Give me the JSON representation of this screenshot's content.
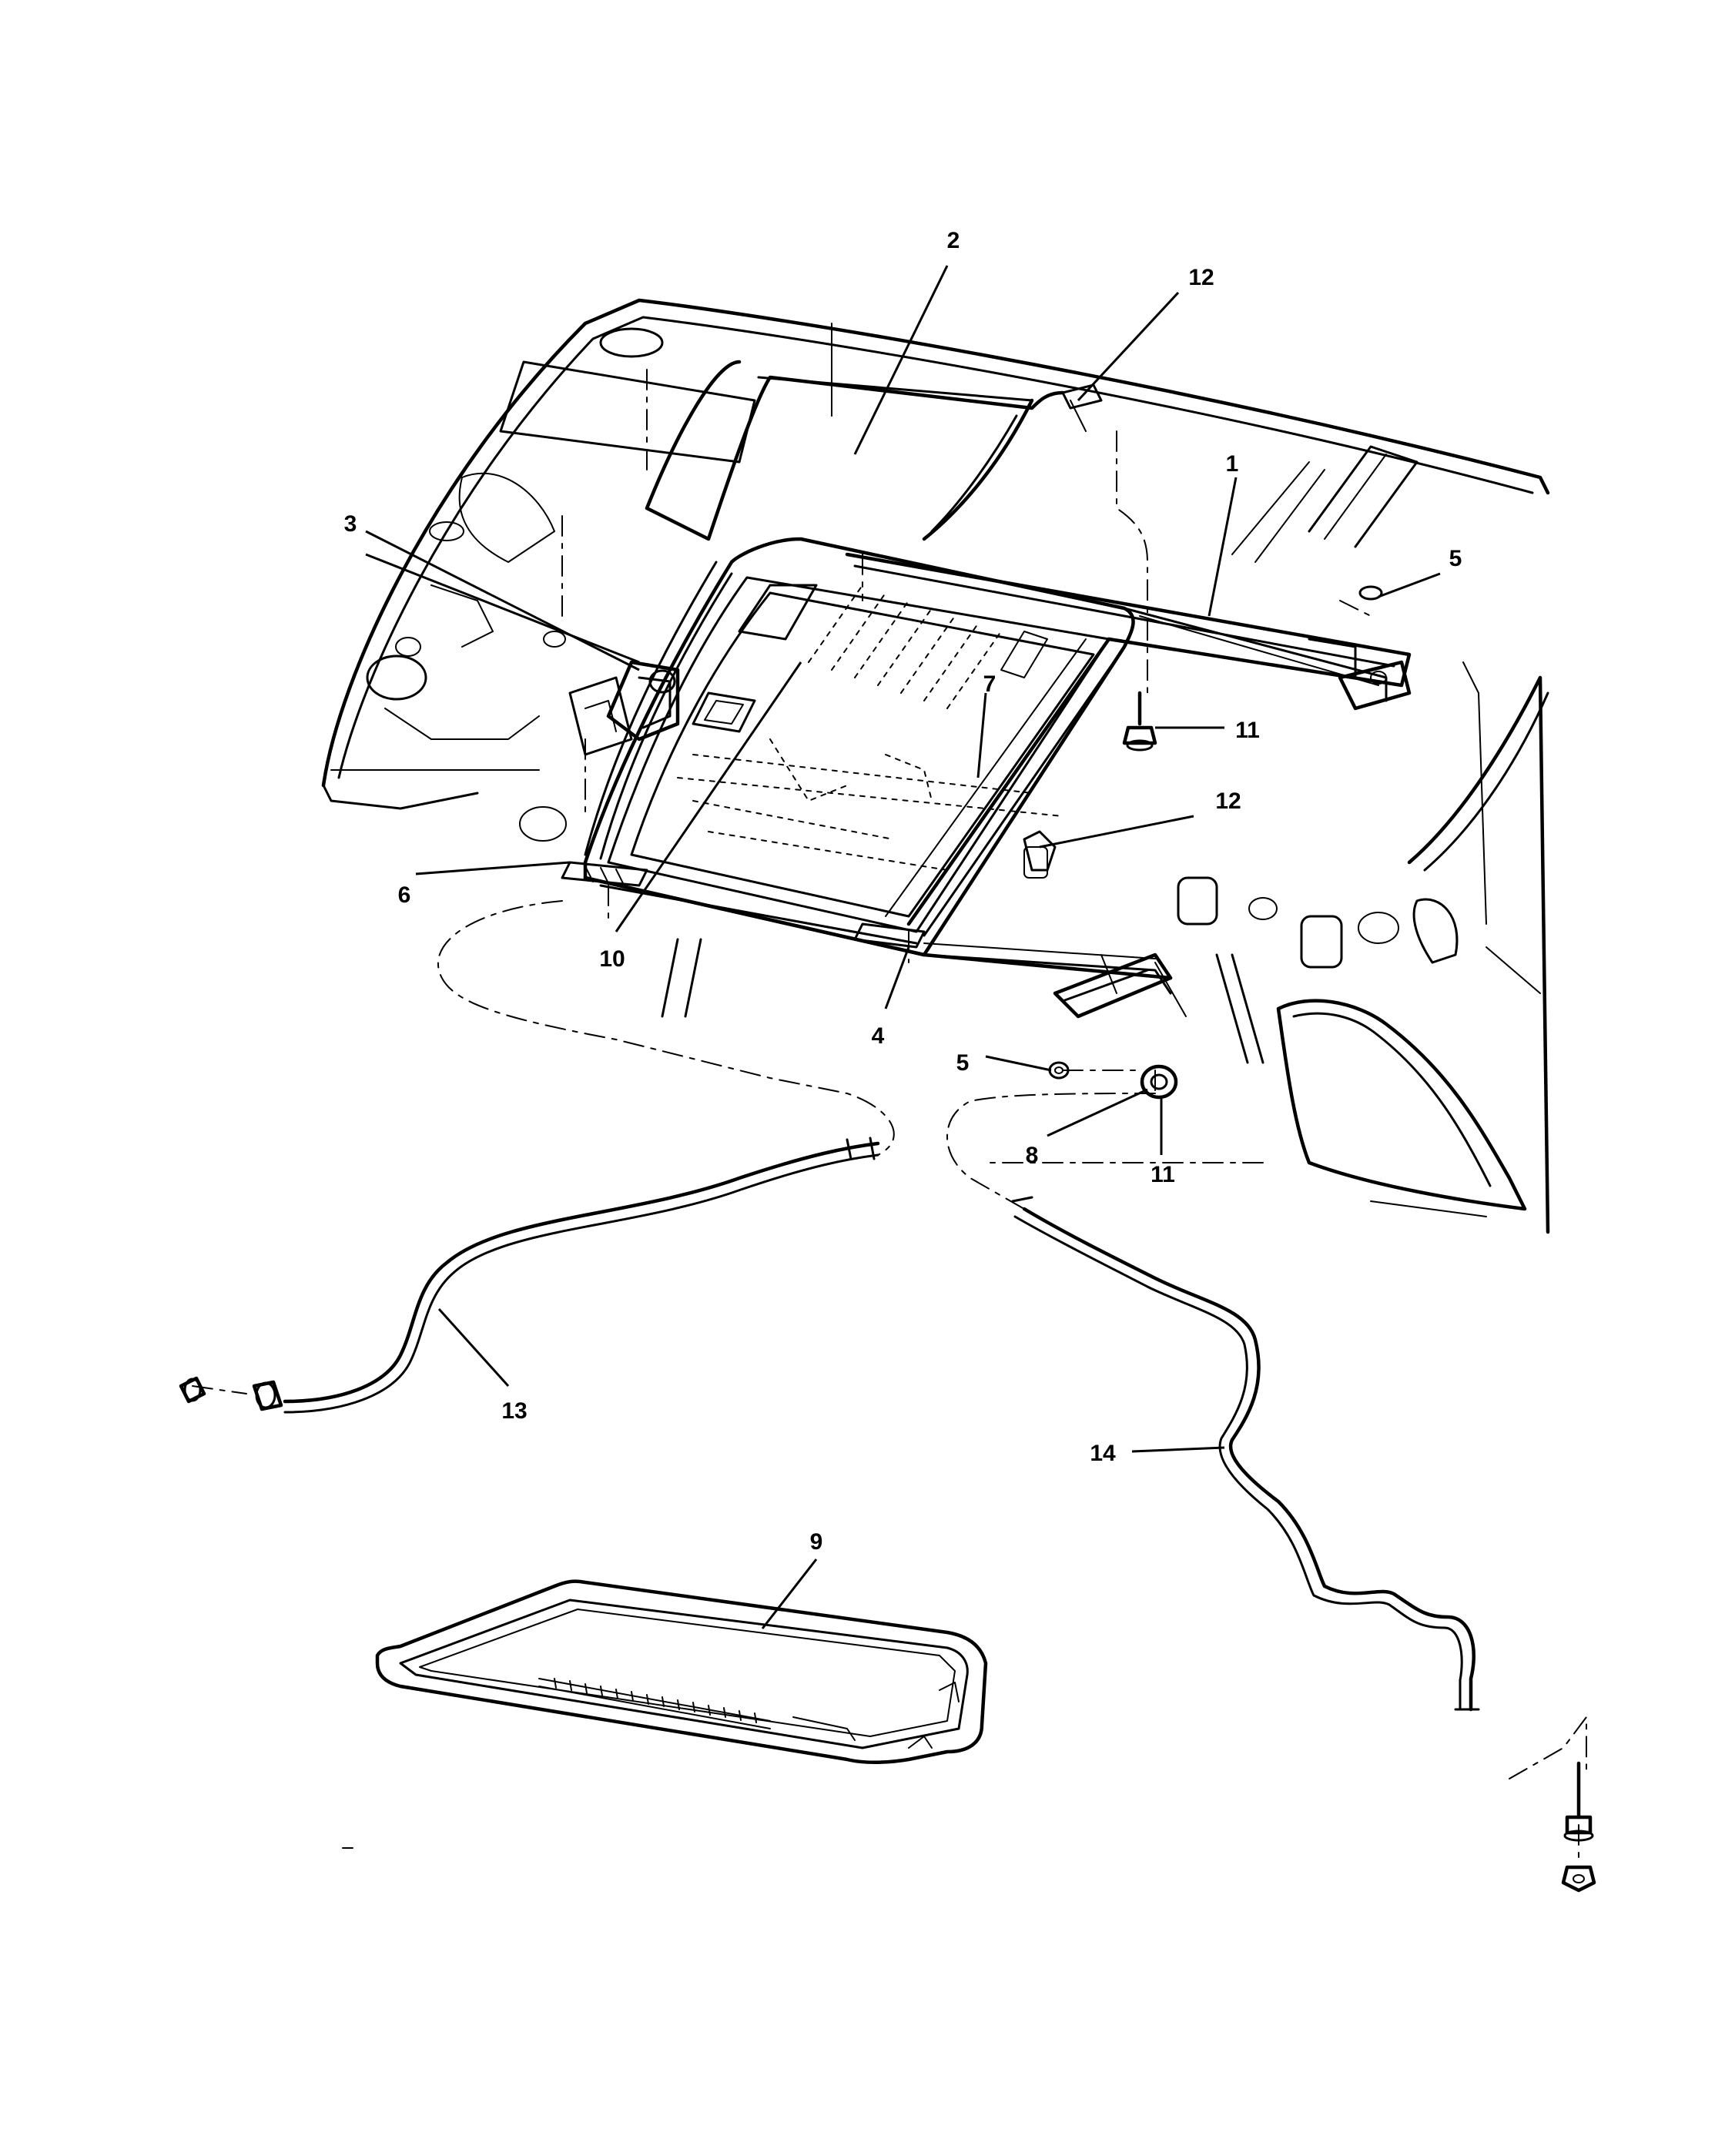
{
  "callouts": [
    {
      "id": "c1",
      "label": "1"
    },
    {
      "id": "c2",
      "label": "2"
    },
    {
      "id": "c3",
      "label": "3"
    },
    {
      "id": "c4",
      "label": "4"
    },
    {
      "id": "c5a",
      "label": "5"
    },
    {
      "id": "c5b",
      "label": "5"
    },
    {
      "id": "c6",
      "label": "6"
    },
    {
      "id": "c7",
      "label": "7"
    },
    {
      "id": "c8",
      "label": "8"
    },
    {
      "id": "c9",
      "label": "9"
    },
    {
      "id": "c10",
      "label": "10"
    },
    {
      "id": "c11a",
      "label": "11"
    },
    {
      "id": "c11b",
      "label": "11"
    },
    {
      "id": "c12a",
      "label": "12"
    },
    {
      "id": "c12b",
      "label": "12"
    },
    {
      "id": "c13",
      "label": "13"
    },
    {
      "id": "c14",
      "label": "14"
    }
  ]
}
